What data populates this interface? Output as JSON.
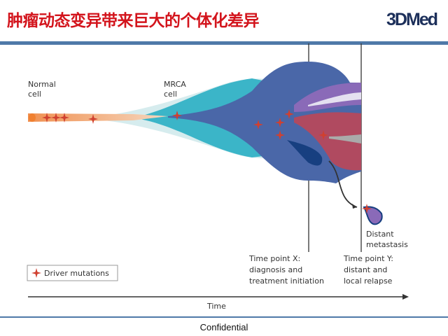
{
  "header": {
    "title": "肿瘤动态变异带来巨大的个体化差异",
    "logo": "3DMed"
  },
  "diagram": {
    "normal_cell": [
      "Normal",
      "cell"
    ],
    "mrca_cell": [
      "MRCA",
      "cell"
    ],
    "distant_metastasis": [
      "Distant",
      "metastasis"
    ],
    "time_point_x": [
      "Time point X:",
      "diagnosis and",
      "treatment initiation"
    ],
    "time_point_y": [
      "Time point Y:",
      "distant and",
      "local relapse"
    ],
    "legend": "Driver mutations",
    "axis_label": "Time",
    "colors": {
      "orange": "#f0a060",
      "cyan": "#3bb5c8",
      "blue": "#4a67a8",
      "purple": "#8a6ab8",
      "red": "#b04a60",
      "mutation": "#d04030"
    }
  },
  "footer": {
    "text": "Confidential"
  }
}
